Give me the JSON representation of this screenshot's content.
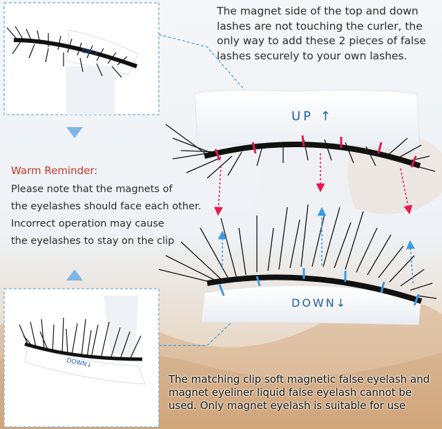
{
  "captions": {
    "top": "The magnet side of the top and down lashes are not touching the curler, the only way to add these 2 pieces of false lashes securely to your own lashes.",
    "reminder_title": "Warm Reminder:",
    "reminder_lines": [
      "Please note that the magnets of",
      "the eyelashes should face each other.",
      "Incorrect operation may cause",
      "the eyelashes to stay on the clip"
    ],
    "bottom": "The matching clip soft magnetic false eyelash and magnet eyeliner liquid false eyelash cannot be used. Only magnet eyelash is suitable for use"
  },
  "clip_labels": {
    "up": "UP ↑",
    "down": "DOWN↓",
    "inset_up": "UP ↑",
    "inset_down": "DOWN↓"
  },
  "colors": {
    "magnet_top": "#e8164f",
    "magnet_bottom": "#3b9ae1",
    "dashed_line": "#3b9ae1",
    "reminder_accent": "#c0392b",
    "clip_label": "#1f5fa8"
  }
}
